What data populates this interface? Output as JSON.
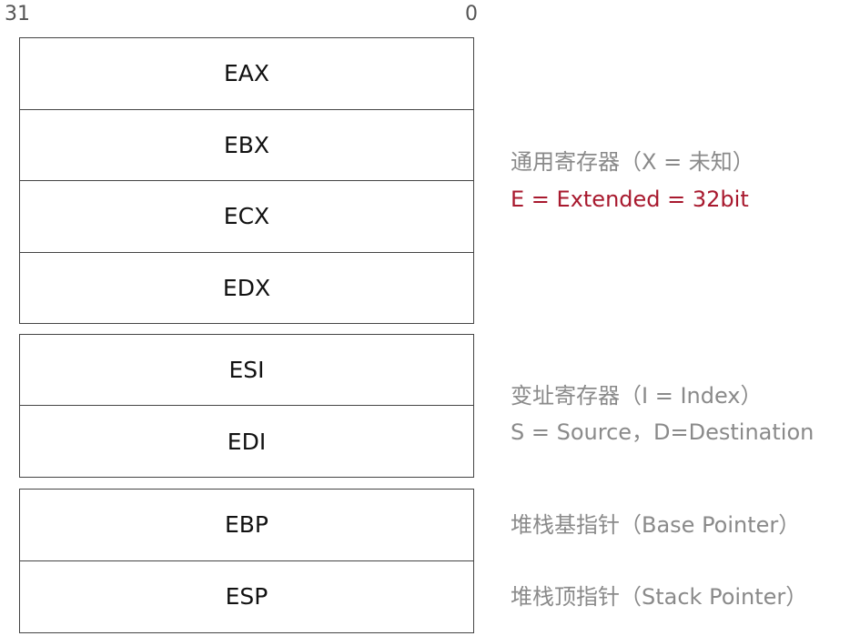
{
  "bit_labels": {
    "high": "31",
    "low": "0"
  },
  "register_groups": [
    {
      "registers": [
        "EAX",
        "EBX",
        "ECX",
        "EDX"
      ]
    },
    {
      "registers": [
        "ESI",
        "EDI"
      ]
    },
    {
      "registers": [
        "EBP",
        "ESP"
      ]
    }
  ],
  "annotations": {
    "general_purpose": "通用寄存器（X = 未知）",
    "extended": "E = Extended = 32bit",
    "index_registers": "变址寄存器（I = Index）",
    "source_destination": "S = Source，D=Destination",
    "base_pointer": "堆栈基指针（Base Pointer）",
    "stack_pointer": "堆栈顶指针（Stack Pointer）"
  },
  "colors": {
    "annotation_text": "#8a8a8a",
    "accent_text": "#a8192e",
    "border": "#444444"
  }
}
